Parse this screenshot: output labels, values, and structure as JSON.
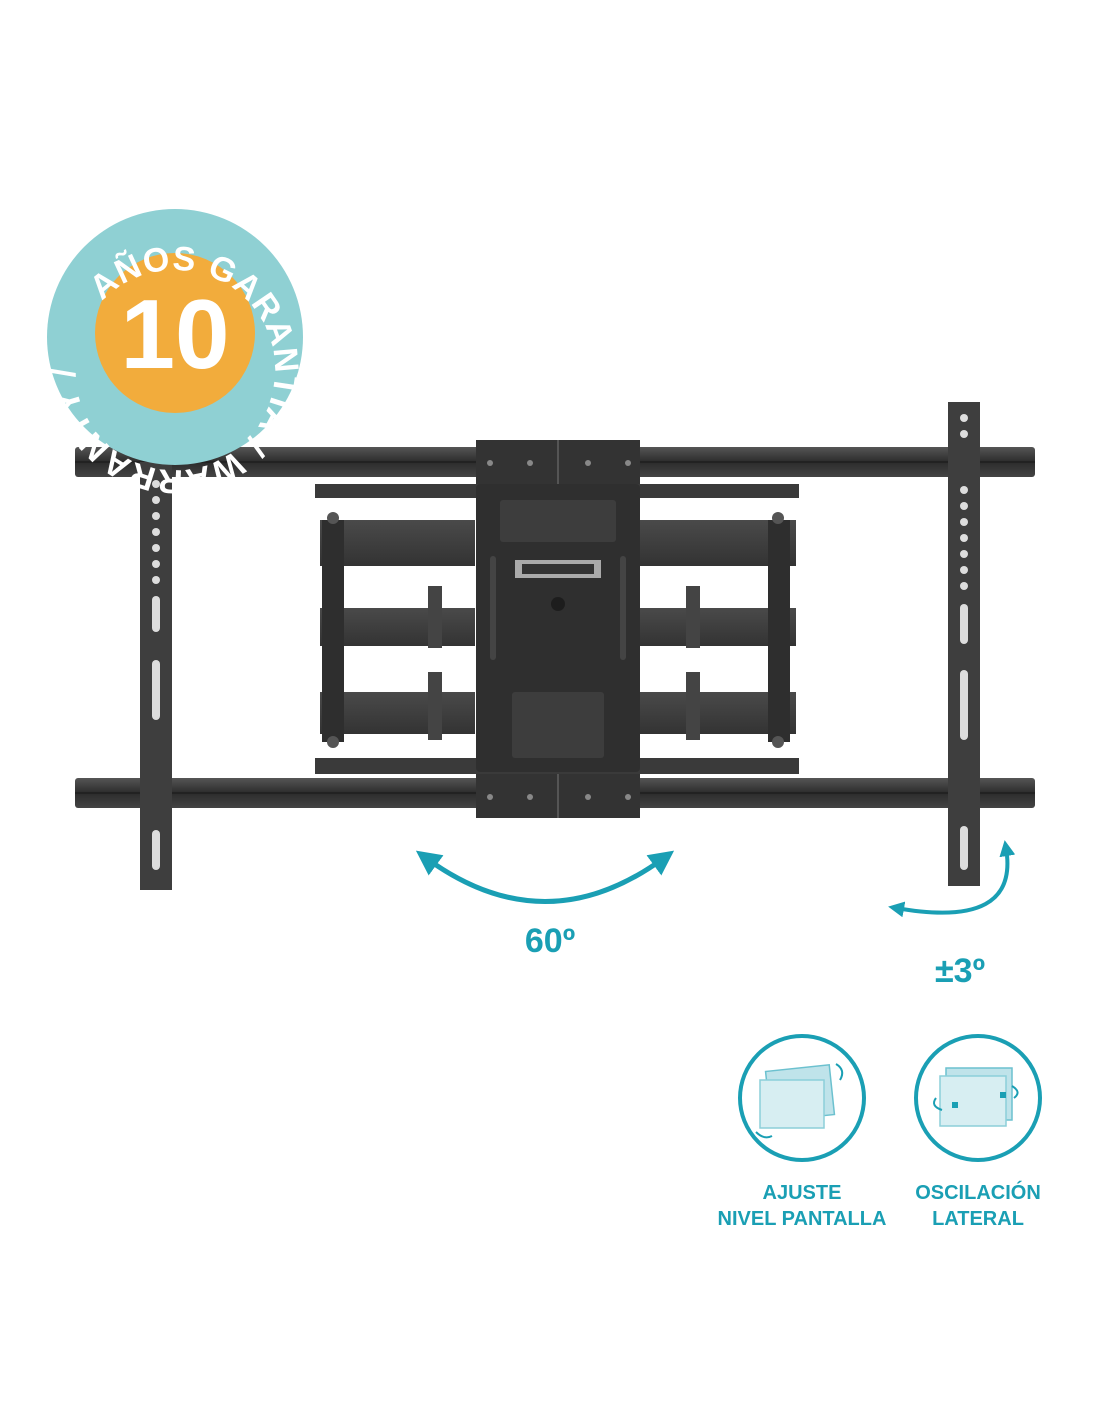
{
  "badge": {
    "number": "10",
    "ring_text": "AÑOS GARANTÍA / WARRANTY /",
    "colors": {
      "ring": "#8fd0d3",
      "center": "#f2ac3c",
      "text": "#ffffff"
    }
  },
  "motion": {
    "swivel_label": "60º",
    "tilt_label": "±3º"
  },
  "features": [
    {
      "icon": "screen-level-icon",
      "line1": "AJUSTE",
      "line2": "NIVEL PANTALLA"
    },
    {
      "icon": "lateral-shift-icon",
      "line1": "OSCILACIÓN",
      "line2": "LATERAL"
    }
  ],
  "colors": {
    "accent": "#1a9fb4",
    "metal": "#3b3b3b"
  }
}
